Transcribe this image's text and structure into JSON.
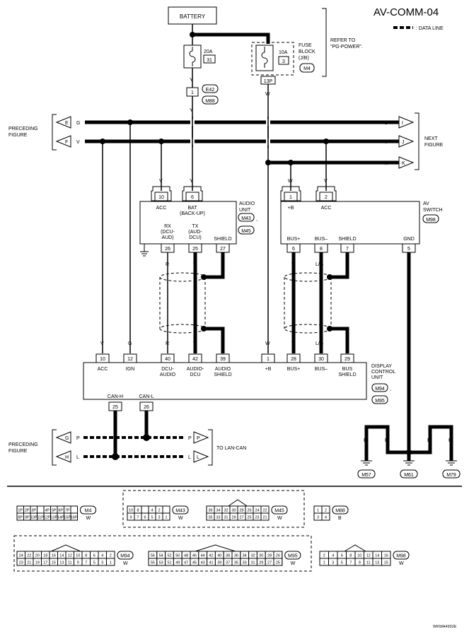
{
  "title": "AV-COMM-04",
  "legend": "DATA LINE",
  "battery": "BATTERY",
  "fuse_20a": {
    "rating": "20A",
    "num": "31"
  },
  "fuse_block": {
    "label": "FUSE BLOCK (J/B)",
    "rating": "10A",
    "num": "3",
    "conn": "M4",
    "pin": "13P"
  },
  "refer_to": "REFER TO \"PG-POWER\".",
  "conn_e42": {
    "pin": "1",
    "c1": "E42",
    "c2": "M88"
  },
  "preceding_figure": "PRECEDING FIGURE",
  "next_figure": "NEXT FIGURE",
  "to_lan_can": "TO LAN-CAN",
  "wire_colors": {
    "y": "Y",
    "w": "W",
    "g": "G",
    "v": "V",
    "r": "R",
    "lg": "L/G",
    "b": "B",
    "l": "L",
    "p": "P"
  },
  "arrows": {
    "e": "E",
    "f": "F",
    "i": "I",
    "j": "J",
    "k": "K",
    "g": "G",
    "h": "H"
  },
  "audio_unit": {
    "label": "AUDIO UNIT",
    "conn1": "M43",
    "conn2": "M45",
    "pins": {
      "acc": "10",
      "bat": "6",
      "rx": "26",
      "tx": "25",
      "shield": "27"
    },
    "labels": {
      "acc": "ACC",
      "bat": "BAT (BACK-UP)",
      "rx": "RX (DCU- AUD)",
      "tx": "TX (AUD- DCU)",
      "shield": "SHIELD"
    }
  },
  "av_switch": {
    "label": "AV SWITCH",
    "conn": "M98",
    "pins": {
      "b": "1",
      "acc": "2",
      "busp": "6",
      "busm": "8",
      "shield": "7",
      "gnd": "5"
    },
    "labels": {
      "b": "+B",
      "acc": "ACC",
      "busp": "BUS+",
      "busm": "BUS–",
      "shield": "SHIELD",
      "gnd": "GND"
    }
  },
  "dcu": {
    "label": "DISPLAY CONTROL UNIT",
    "conn1": "M94",
    "conn2": "M95",
    "pins": {
      "acc": "10",
      "ign": "12",
      "dcuaud": "40",
      "auddcu": "42",
      "audshield": "39",
      "b": "1",
      "busp": "28",
      "busm": "30",
      "busshield": "29",
      "canh": "25",
      "canl": "26"
    },
    "labels": {
      "acc": "ACC",
      "ign": "IGN",
      "dcuaud": "DCU- AUDIO",
      "auddcu": "AUDIO- DCU",
      "audshield": "AUDIO SHIELD",
      "b": "+B",
      "busp": "BUS+",
      "busm": "BUS–",
      "busshield": "BUS SHIELD",
      "canh": "CAN-H",
      "canl": "CAN-L"
    }
  },
  "grounds": [
    "M57",
    "M61",
    "M79"
  ],
  "connectors": {
    "m4": {
      "name": "M4",
      "color": "W",
      "row1": [
        "1P",
        "2P",
        "3P",
        "",
        "4P",
        "5P",
        "6P",
        "7P"
      ],
      "row2": [
        "8P",
        "9P",
        "10P",
        "11P",
        "12P",
        "13P",
        "14P",
        "15P",
        "16P"
      ]
    },
    "m43": {
      "name": "M43",
      "color": "W",
      "row1": [
        "10",
        "8",
        "",
        "4",
        "2"
      ],
      "row2": [
        "9",
        "7",
        "6",
        "5",
        "3",
        "1"
      ]
    },
    "m45": {
      "name": "M45",
      "color": "W",
      "row1": [
        "36",
        "34",
        "32",
        "30",
        "28",
        "26",
        "24",
        "22"
      ],
      "row2": [
        "35",
        "33",
        "31",
        "29",
        "27",
        "25",
        "23",
        "21"
      ]
    },
    "m88": {
      "name": "M88",
      "color": "B",
      "row1": [
        "1",
        "2"
      ],
      "row2": [
        "3",
        "4"
      ]
    },
    "m94": {
      "name": "M94",
      "color": "W",
      "row1": [
        "24",
        "22",
        "20",
        "18",
        "16",
        "14",
        "12",
        "10",
        "8",
        "6",
        "4",
        "2"
      ],
      "row2": [
        "23",
        "21",
        "19",
        "17",
        "15",
        "13",
        "11",
        "9",
        "7",
        "5",
        "3",
        "1"
      ]
    },
    "m95": {
      "name": "M95",
      "color": "W",
      "row1": [
        "56",
        "54",
        "52",
        "50",
        "48",
        "46",
        "44",
        "42",
        "40",
        "38",
        "36",
        "34",
        "32",
        "30",
        "28",
        "26"
      ],
      "row2": [
        "55",
        "53",
        "51",
        "49",
        "47",
        "45",
        "43",
        "41",
        "39",
        "37",
        "35",
        "33",
        "31",
        "29",
        "27",
        "25"
      ]
    },
    "m98": {
      "name": "M98",
      "color": "W",
      "row1": [
        "2",
        "4",
        "6",
        "8",
        "10",
        "12",
        "14",
        "16"
      ],
      "row2": [
        "1",
        "3",
        "5",
        "7",
        "9",
        "11",
        "13",
        "15"
      ]
    }
  },
  "figure_code": "WKWA4932E"
}
